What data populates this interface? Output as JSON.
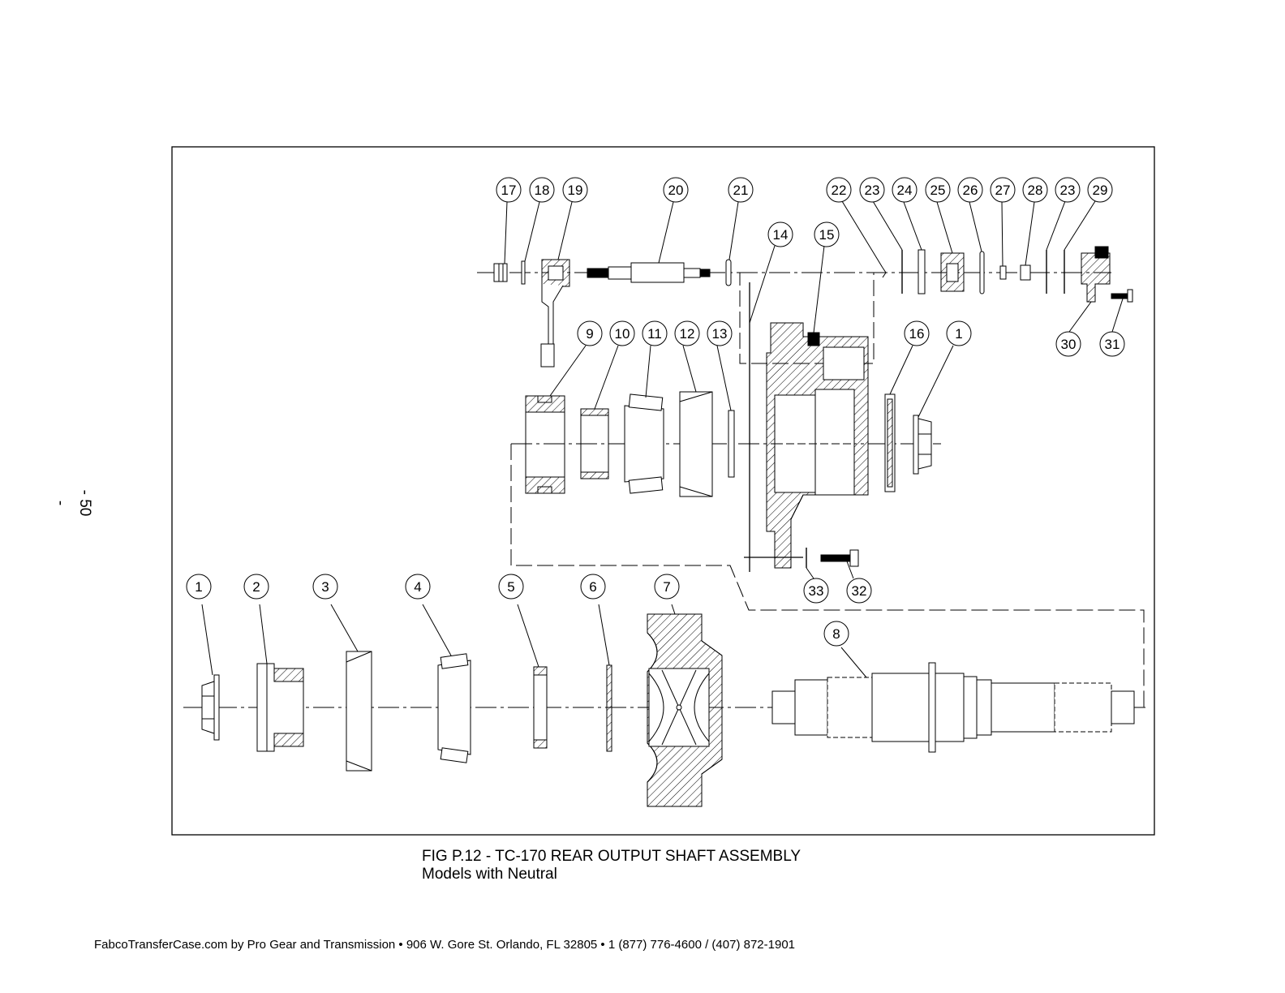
{
  "page_number": "- 50 -",
  "caption": {
    "title": "FIG P.12 - TC-170 REAR OUTPUT SHAFT ASSEMBLY",
    "subtitle": "Models with Neutral"
  },
  "footer": "FabcoTransferCase.com by Pro Gear and Transmission  • 906 W. Gore St. Orlando, FL 32805 • 1 (877) 776-4600 / (407) 872-1901",
  "callouts": [
    "17",
    "18",
    "19",
    "20",
    "21",
    "22",
    "23",
    "24",
    "25",
    "26",
    "27",
    "28",
    "23",
    "29",
    "14",
    "15",
    "9",
    "10",
    "11",
    "12",
    "13",
    "16",
    "1",
    "30",
    "31",
    "33",
    "32",
    "1",
    "2",
    "3",
    "4",
    "5",
    "6",
    "7",
    "8"
  ]
}
